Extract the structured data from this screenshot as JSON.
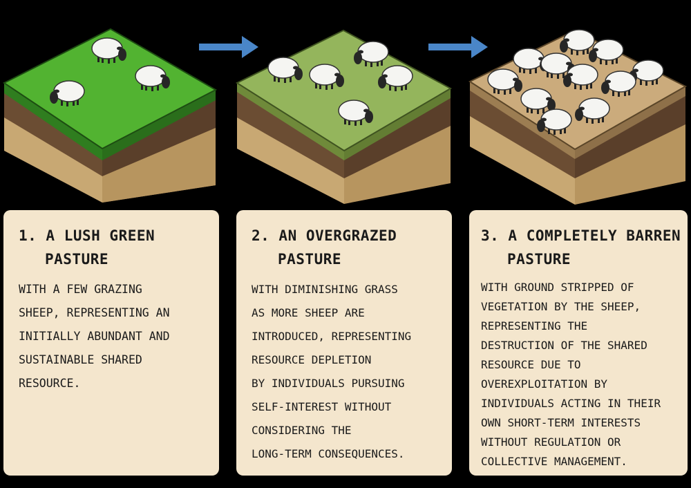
{
  "panels": [
    {
      "title_lines": [
        "1. A LUSH GREEN",
        "PASTURE"
      ],
      "body_lines": [
        "WITH A FEW GRAZING",
        "SHEEP, REPRESENTING AN",
        "INITIALLY ABUNDANT AND",
        "SUSTAINABLE SHARED",
        "RESOURCE."
      ]
    },
    {
      "title_lines": [
        "2. AN OVERGRAZED",
        "PASTURE"
      ],
      "body_lines": [
        "WITH DIMINISHING GRASS",
        "AS MORE SHEEP ARE",
        "INTRODUCED, REPRESENTING",
        "RESOURCE DEPLETION",
        "BY INDIVIDUALS PURSUING",
        "SELF-INTEREST WITHOUT",
        "CONSIDERING THE",
        "LONG-TERM CONSEQUENCES."
      ]
    },
    {
      "title_lines": [
        "3. A COMPLETELY BARREN",
        "PASTURE"
      ],
      "body_lines": [
        "WITH GROUND STRIPPED OF",
        "VEGETATION BY THE SHEEP,",
        "REPRESENTING THE",
        "DESTRUCTION OF THE SHARED",
        "RESOURCE DUE TO",
        "OVEREXPLOITATION BY",
        "INDIVIDUALS ACTING IN THEIR",
        "OWN SHORT-TERM INTERESTS",
        "WITHOUT REGULATION OR",
        "COLLECTIVE MANAGEMENT."
      ]
    }
  ],
  "colors": {
    "background": "#000000",
    "card": "#f4e6cd",
    "arrow": "#4a86c8",
    "grass_lush": "#4fae2e",
    "grass_overgrazed": "#92b35a",
    "ground_barren": "#c9a97a",
    "soil_dark": "#5c4430",
    "soil_light": "#c9ab7a"
  }
}
